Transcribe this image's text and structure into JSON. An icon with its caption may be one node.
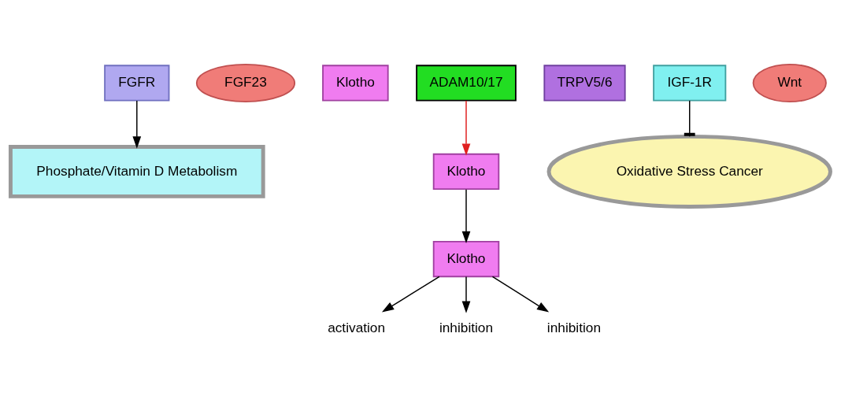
{
  "diagram": {
    "nodes": [
      {
        "text": [
          "Phosphate/Vitamin D Metabolism"
        ]
      },
      {
        "text": [
          "FGF23"
        ]
      },
      {
        "text": [
          "FGFR"
        ]
      },
      {
        "text": [
          "Klotho"
        ]
      },
      {
        "text": [
          "ADAM10/17"
        ]
      },
      {
        "text": [
          "Klotho"
        ]
      },
      {
        "text": [
          "Klotho"
        ]
      },
      {
        "text": [
          "activation"
        ]
      },
      {
        "text": [
          "inhibition"
        ]
      },
      {
        "text": [
          "inhibition"
        ]
      },
      {
        "text": [
          "TRPV5/6"
        ]
      },
      {
        "text": [
          "IGF-1R"
        ]
      },
      {
        "text": [
          "Wnt"
        ]
      },
      {
        "text": [
          "Oxidative Stress Cancer"
        ]
      }
    ],
    "edges": [
      {
        "from": 2,
        "to": 0,
        "arrow": "to"
      },
      {
        "from": 4,
        "to": 5,
        "arrow": "to",
        "color": "#e02020"
      },
      {
        "from": 5,
        "to": 6,
        "arrow": "to"
      },
      {
        "from": 6,
        "to": 7,
        "arrow": "to"
      },
      {
        "from": 6,
        "to": 8,
        "arrow": "to"
      },
      {
        "from": 6,
        "to": 9,
        "arrow": "to"
      },
      {
        "from": 11,
        "to": 13,
        "arrow": "other"
      }
    ]
  }
}
